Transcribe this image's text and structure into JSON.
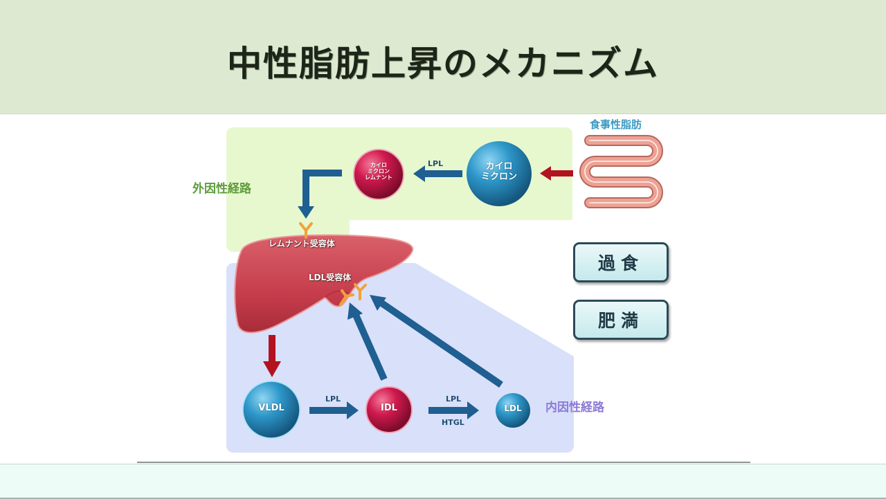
{
  "header": {
    "title": "中性脂肪上昇のメカニズム"
  },
  "diagram": {
    "pathways": {
      "exogenous": "外因性経路",
      "endogenous": "内因性経路"
    },
    "source": {
      "dietary_fat": "食事性脂肪"
    },
    "particles": {
      "chylomicron": "カイロ\nミクロン",
      "chylomicron_remnant": "カイロ\nミクロン\nレムナント",
      "vldl": "VLDL",
      "idl": "IDL",
      "ldl": "LDL"
    },
    "receptors": {
      "remnant_receptor": "レムナント受容体",
      "ldl_receptor": "LDL受容体"
    },
    "enzymes": {
      "lpl_exo": "LPL",
      "lpl_vldl_idl": "LPL",
      "lpl_idl_ldl": "LPL",
      "htgl": "HTGL"
    },
    "factors": [
      "過食",
      "肥満"
    ],
    "colors": {
      "blue_particle": "#2a8fc1",
      "red_particle": "#d0194e",
      "liver": "#c94050",
      "blue_arrow": "#1f5f91",
      "red_arrow": "#b3121f",
      "intestine": "#e79a8c"
    }
  }
}
